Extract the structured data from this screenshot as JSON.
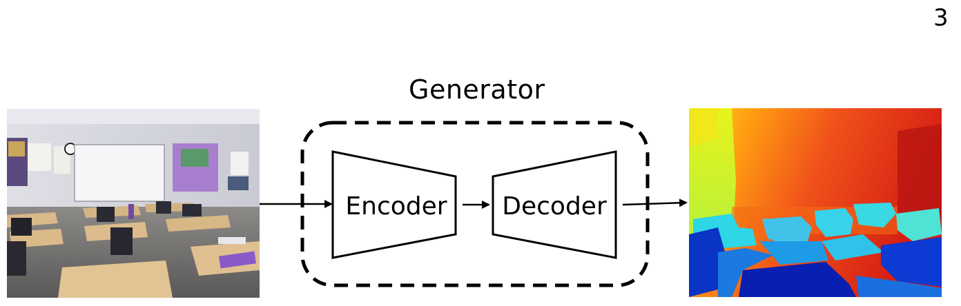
{
  "page_number": "3",
  "generator": {
    "title": "Generator",
    "encoder_label": "Encoder",
    "decoder_label": "Decoder"
  },
  "input_image": {
    "description_icon": "rgb-photo-classroom"
  },
  "output_image": {
    "description_icon": "depth-map-colormap"
  },
  "colors": {
    "stroke": "#000000",
    "depth_far": "#e8281c",
    "depth_mid": "#f7c51a",
    "depth_near": "#0a2ec9"
  }
}
